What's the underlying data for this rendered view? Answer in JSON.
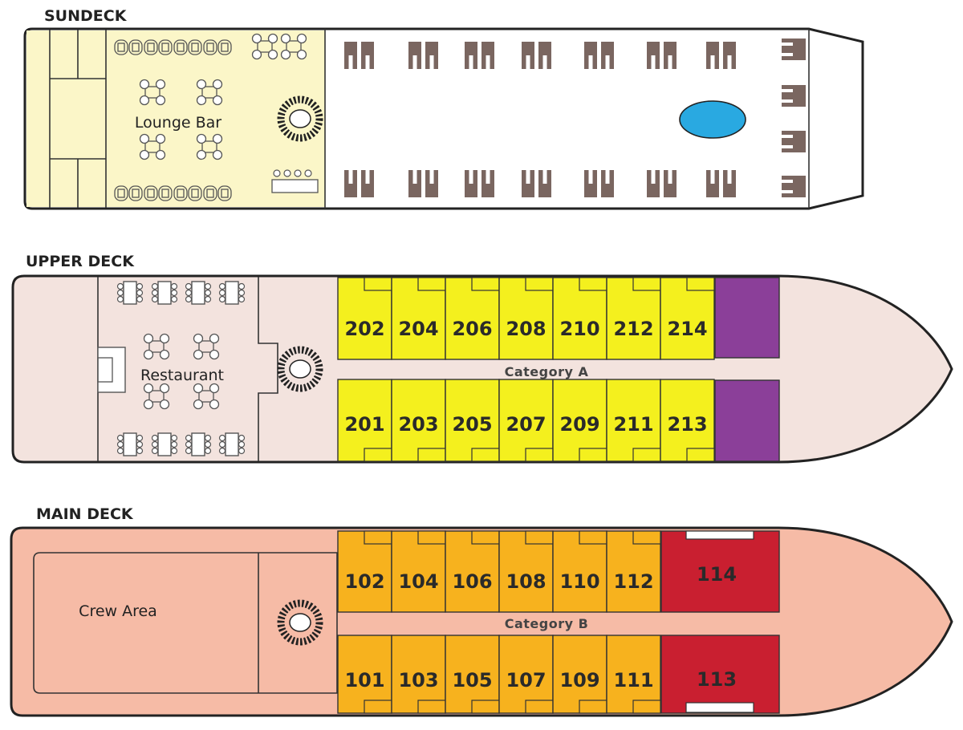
{
  "colors": {
    "sundeck_hull": "#ffffff",
    "sundeck_lounge": "#fbf6c8",
    "upper_hull": "#f3e3de",
    "main_hull": "#f6bba6",
    "category_a": "#f4f01e",
    "category_b": "#f7b21e",
    "suite_upper": "#8b3f99",
    "suite_main": "#c91f30",
    "pool": "#29a9e1",
    "lounger": "#7a6660"
  },
  "icons": {
    "stairs": "spiral-staircase-icon",
    "table": "round-table-with-chairs-icon",
    "seat": "lounge-seat-icon",
    "sunbed": "sun-lounger-icon",
    "pool": "whirlpool-icon"
  },
  "sundeck": {
    "title": "SUNDECK",
    "lounge_label": "Lounge Bar"
  },
  "upper_deck": {
    "title": "UPPER DECK",
    "restaurant_label": "Restaurant",
    "category_label": "Category A",
    "top_cabins": [
      "202",
      "204",
      "206",
      "208",
      "210",
      "212",
      "214"
    ],
    "bottom_cabins": [
      "201",
      "203",
      "205",
      "207",
      "209",
      "211",
      "213"
    ]
  },
  "main_deck": {
    "title": "MAIN DECK",
    "crew_label": "Crew Area",
    "category_label": "Category B",
    "top_cabins": [
      "102",
      "104",
      "106",
      "108",
      "110",
      "112"
    ],
    "bottom_cabins": [
      "101",
      "103",
      "105",
      "107",
      "109",
      "111"
    ],
    "top_suite": "114",
    "bottom_suite": "113"
  }
}
